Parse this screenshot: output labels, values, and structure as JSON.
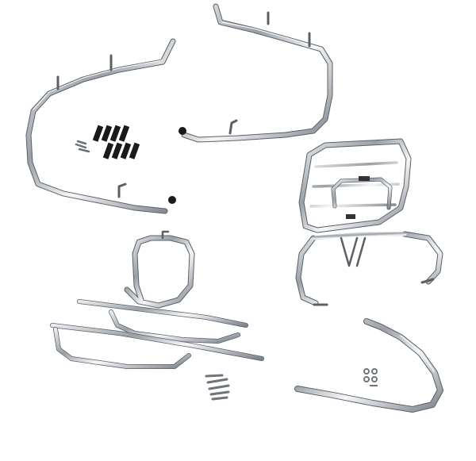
{
  "image": {
    "description_tags": [
      "chrome-side-bar-left",
      "chrome-side-bar-right",
      "folding-luggage-rack",
      "leg-shield-trim",
      "floor-step-bars",
      "front-crash-bar",
      "mounting-hardware",
      "rubber-strips"
    ],
    "colors": {
      "background": "#ffffff",
      "chrome_light": "#f0f2f4",
      "chrome_mid": "#b9bec4",
      "chrome_dark": "#5b6066",
      "rubber": "#1a1a1a"
    }
  }
}
